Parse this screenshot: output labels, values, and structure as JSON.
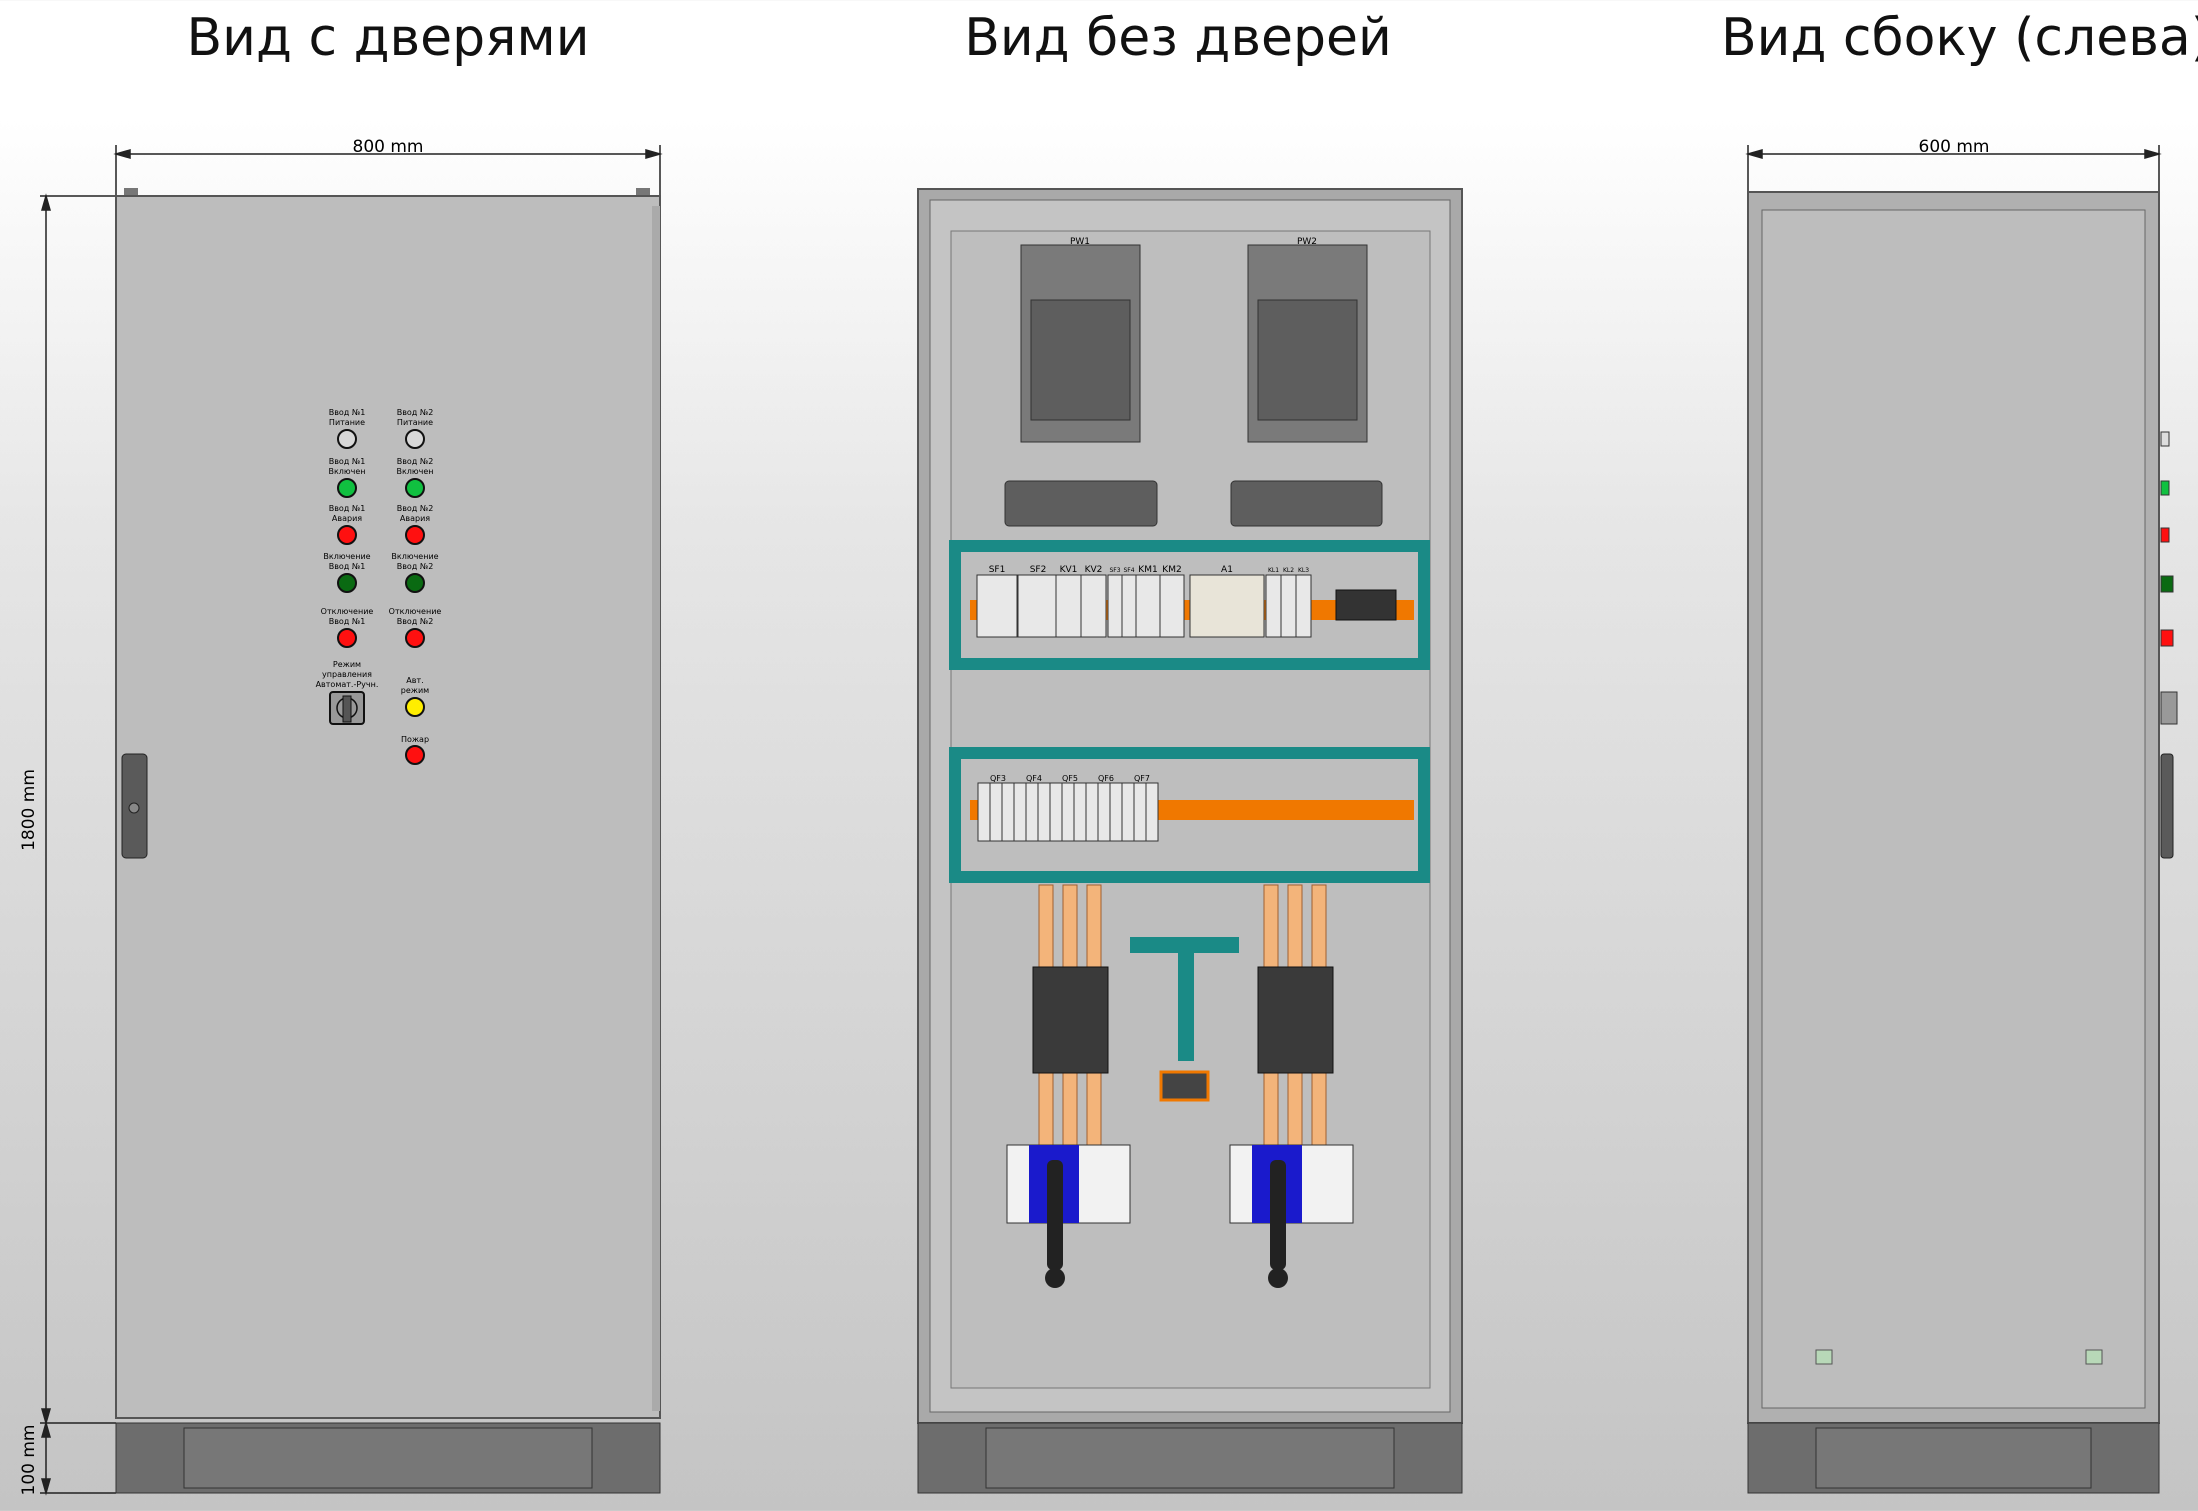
{
  "views": {
    "front": {
      "title": "Вид с дверями",
      "width_dim": "800 mm",
      "height_dim": "1800 mm",
      "plinth_dim": "100 mm"
    },
    "open": {
      "title": "Вид без дверей"
    },
    "side": {
      "title": "Вид сбоку (слева)",
      "width_dim": "600 mm"
    }
  },
  "door_panel": {
    "left": [
      {
        "line1": "Ввод №1",
        "line2": "Питание",
        "color": "#d8d8d8"
      },
      {
        "line1": "Ввод №1",
        "line2": "Включен",
        "color": "#10c040"
      },
      {
        "line1": "Ввод №1",
        "line2": "Авария",
        "color": "#ff1010"
      },
      {
        "line1": "Включение",
        "line2": "Ввод №1",
        "color": "#0a6a12"
      },
      {
        "line1": "Отключение",
        "line2": "Ввод №1",
        "color": "#ff1010"
      }
    ],
    "right": [
      {
        "line1": "Ввод №2",
        "line2": "Питание",
        "color": "#d8d8d8"
      },
      {
        "line1": "Ввод №2",
        "line2": "Включен",
        "color": "#10c040"
      },
      {
        "line1": "Ввод №2",
        "line2": "Авария",
        "color": "#ff1010"
      },
      {
        "line1": "Включение",
        "line2": "Ввод №2",
        "color": "#0a6a12"
      },
      {
        "line1": "Отключение",
        "line2": "Ввод №2",
        "color": "#ff1010"
      }
    ],
    "selector": {
      "line1": "Режим",
      "line2": "управления",
      "line3": "Автомат.-Ручн."
    },
    "auto_mode": {
      "line1": "Авт.",
      "line2": "режим",
      "color": "#ffee00"
    },
    "fire": {
      "line1": "Пожар",
      "color": "#ff1010"
    }
  },
  "components": {
    "meters": [
      "PW1",
      "PW2"
    ],
    "row1": [
      "SF1",
      "SF2",
      "KV1",
      "KV2",
      "SF3",
      "SF4",
      "KM1",
      "KM2",
      "A1",
      "KL1",
      "KL2",
      "KL3"
    ],
    "row2": [
      "QF3",
      "QF4",
      "QF5",
      "QF6",
      "QF7"
    ]
  },
  "colors": {
    "teal": "#1a8a86",
    "rail": "#f07800",
    "copper": "#f3b47a",
    "body": "#b8b8b8",
    "switch_blue": "#1a1acc"
  }
}
